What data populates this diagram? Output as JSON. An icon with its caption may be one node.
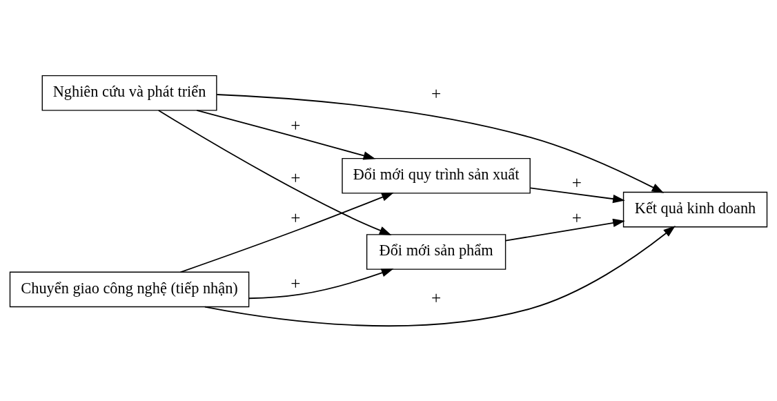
{
  "diagram": {
    "nodes": [
      {
        "text": [
          "Nghiên cứu và phát triển"
        ]
      },
      {
        "text": [
          "Chuyển giao công nghệ (tiếp nhận)"
        ]
      },
      {
        "text": [
          "Đổi mới quy trình sản xuất"
        ]
      },
      {
        "text": [
          "Đổi mới sản phẩm"
        ]
      },
      {
        "text": [
          "Kết quả kinh doanh"
        ]
      }
    ],
    "edges": [
      {
        "from": 0,
        "to": 2,
        "arrow": "to",
        "label": "+"
      },
      {
        "from": 0,
        "to": 4,
        "arrow": "to",
        "label": "+"
      },
      {
        "from": 0,
        "to": 3,
        "arrow": "to",
        "label": "+"
      },
      {
        "from": 1,
        "to": 2,
        "arrow": "to",
        "label": "+"
      },
      {
        "from": 1,
        "to": 4,
        "arrow": "to",
        "label": "+"
      },
      {
        "from": 1,
        "to": 3,
        "arrow": "to",
        "label": "+"
      },
      {
        "from": 2,
        "to": 4,
        "arrow": "to",
        "label": "+"
      },
      {
        "from": 3,
        "to": 4,
        "arrow": "to",
        "label": "+"
      }
    ]
  }
}
